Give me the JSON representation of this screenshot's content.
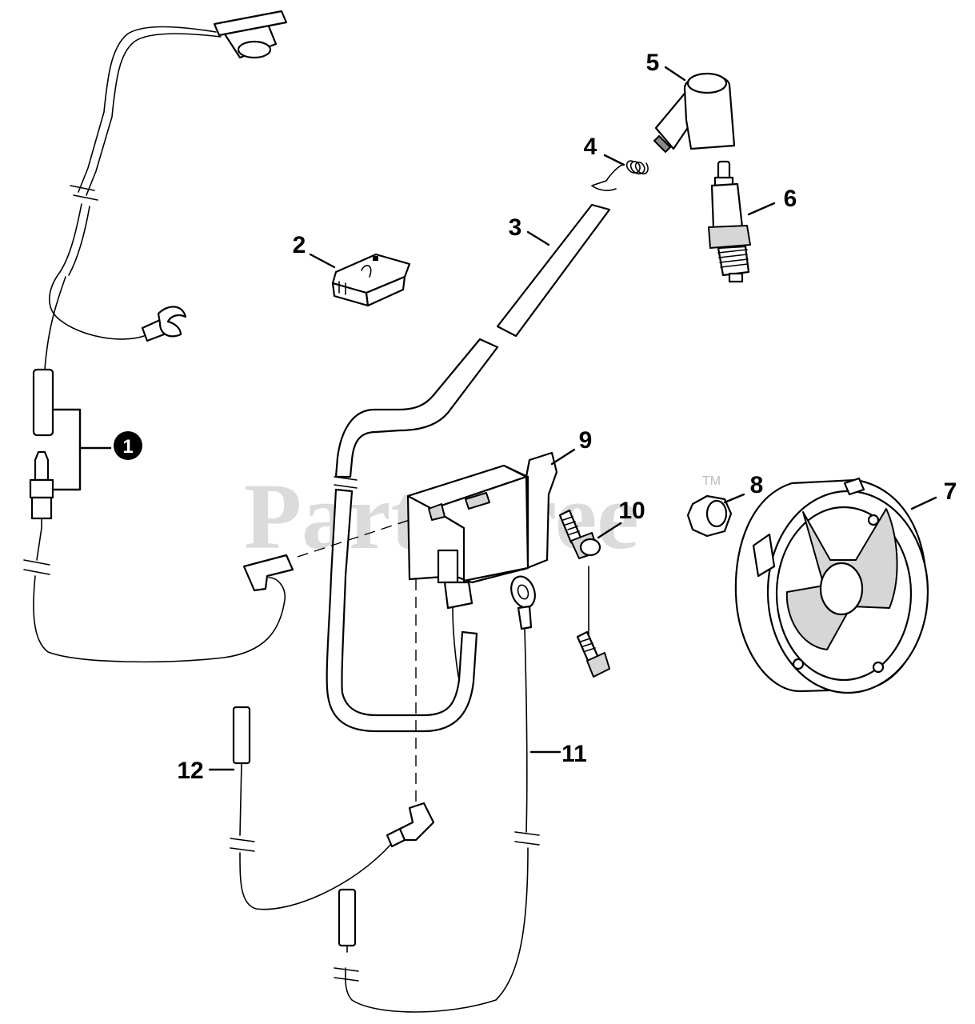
{
  "watermark": {
    "text": "PartsTree",
    "trademark": "TM"
  },
  "callouts": [
    {
      "id": "c1",
      "label": "1",
      "style": "filled-circle"
    },
    {
      "id": "c2",
      "label": "2"
    },
    {
      "id": "c3",
      "label": "3"
    },
    {
      "id": "c4",
      "label": "4"
    },
    {
      "id": "c5",
      "label": "5"
    },
    {
      "id": "c6",
      "label": "6"
    },
    {
      "id": "c7",
      "label": "7"
    },
    {
      "id": "c8",
      "label": "8"
    },
    {
      "id": "c9",
      "label": "9"
    },
    {
      "id": "c10",
      "label": "10"
    },
    {
      "id": "c11",
      "label": "11"
    },
    {
      "id": "c12",
      "label": "12"
    }
  ],
  "colors": {
    "line": "#000000",
    "background": "#ffffff",
    "watermark": "#cfcfcf",
    "callout_fill": "#000000"
  }
}
